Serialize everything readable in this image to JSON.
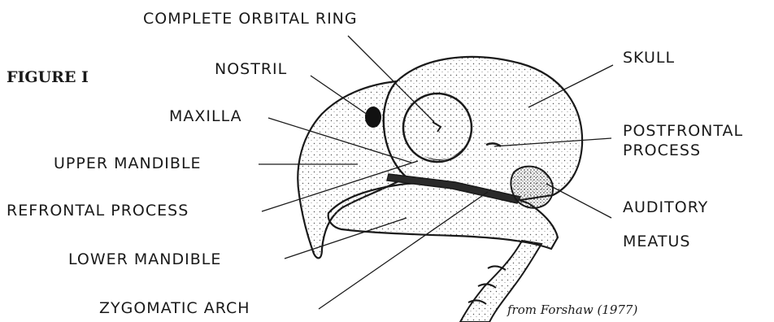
{
  "figure": {
    "title": "FIGURE I",
    "credit": "from Forshaw (1977)"
  },
  "labels": {
    "complete_orbital_ring": "COMPLETE ORBITAL RING",
    "nostril": "NOSTRIL",
    "skull": "SKULL",
    "maxilla": "MAXILLA",
    "postfrontal_line1": "POSTFRONTAL",
    "postfrontal_line2": "PROCESS",
    "upper_mandible": "UPPER MANDIBLE",
    "refrontal_process": "REFRONTAL PROCESS",
    "auditory_line1": "AUDITORY",
    "auditory_line2": "MEATUS",
    "lower_mandible": "LOWER MANDIBLE",
    "zygomatic_arch": "ZYGOMATIC ARCH"
  },
  "illustration": {
    "subject": "parrot skull drawing",
    "colors": {
      "ink": "#1a1a1a",
      "paper": "#ffffff",
      "stipple": "#555555"
    }
  }
}
